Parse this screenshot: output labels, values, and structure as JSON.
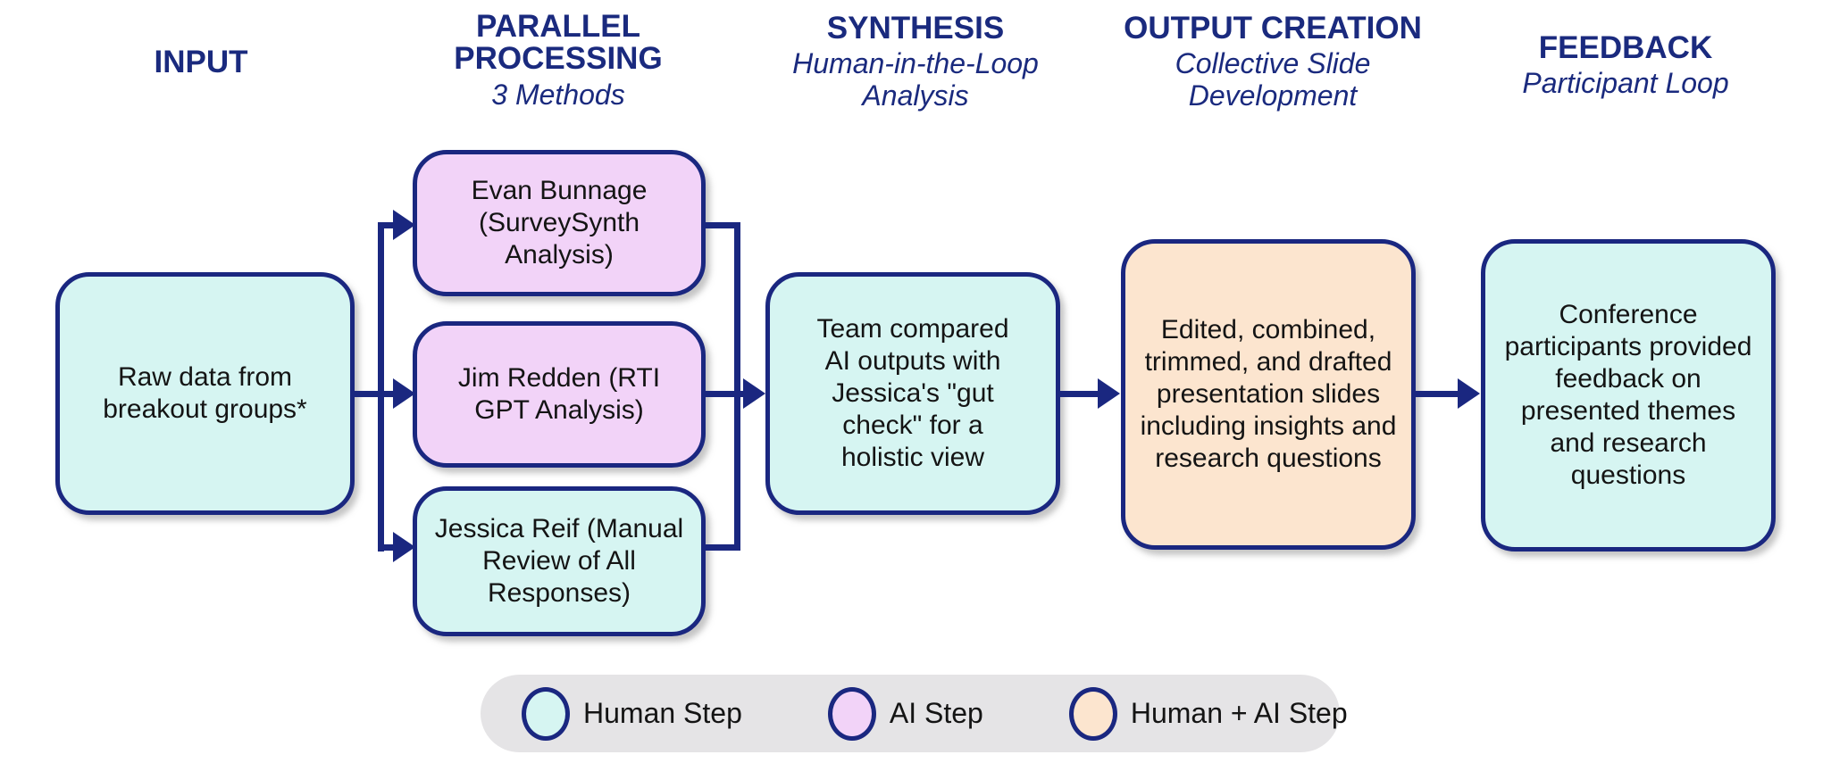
{
  "columns": [
    {
      "key": "input",
      "title": "INPUT",
      "subtitle": ""
    },
    {
      "key": "parallel",
      "title": "PARALLEL PROCESSING",
      "subtitle": "3 Methods"
    },
    {
      "key": "synthesis",
      "title": "SYNTHESIS",
      "subtitle": "Human-in-the-Loop Analysis"
    },
    {
      "key": "output",
      "title": "OUTPUT CREATION",
      "subtitle": "Collective Slide Development"
    },
    {
      "key": "feedback",
      "title": "FEEDBACK",
      "subtitle": "Participant Loop"
    }
  ],
  "nodes": {
    "input": {
      "text": "Raw data from breakout groups*",
      "type": "human"
    },
    "parallel_1": {
      "text": "Evan Bunnage (SurveySynth Analysis)",
      "type": "ai"
    },
    "parallel_2": {
      "text": "Jim Redden (RTI GPT Analysis)",
      "type": "ai"
    },
    "parallel_3": {
      "text": "Jessica Reif (Manual Review of All Responses)",
      "type": "human"
    },
    "synthesis": {
      "text": "Team compared AI outputs with Jessica's \"gut check\" for a holistic view",
      "type": "human"
    },
    "output": {
      "text": "Edited, combined, trimmed, and drafted presentation slides including insights and research questions",
      "type": "human_ai"
    },
    "feedback": {
      "text": "Conference participants provided feedback on presented themes and research questions",
      "type": "human"
    }
  },
  "legend": {
    "items": [
      {
        "label": "Human Step",
        "type": "human"
      },
      {
        "label": "AI Step",
        "type": "ai"
      },
      {
        "label": "Human + AI Step",
        "type": "human_ai"
      }
    ]
  },
  "colors": {
    "human-fill": "#d6f5f2",
    "ai-fill": "#f2d3f8",
    "human_ai-fill": "#fce5cf",
    "navy": "#1a2780",
    "header-text": "#1a2a7e",
    "body-text": "#141414",
    "legend-bg": "#e5e4e6",
    "bg": "#ffffff"
  }
}
